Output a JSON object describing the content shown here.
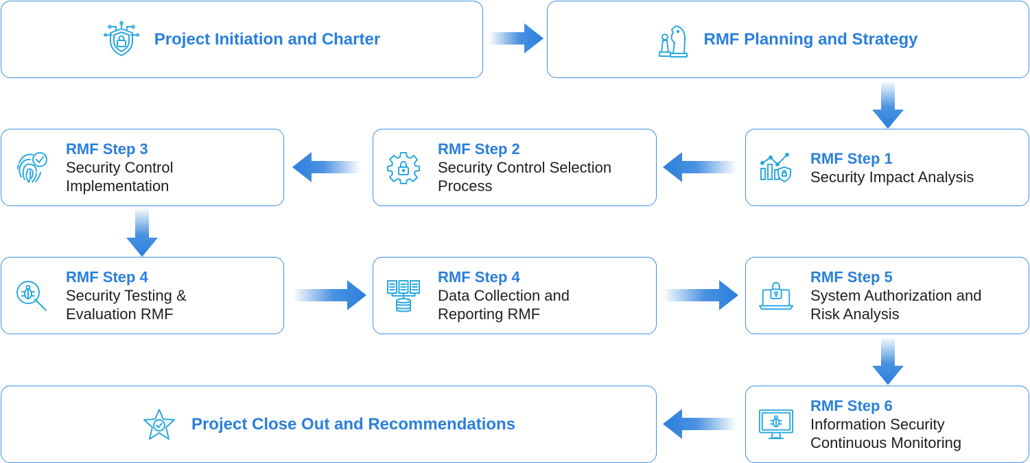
{
  "colors": {
    "accent": "#2a7fdc",
    "border": "#3b8fe0",
    "text": "#1e1e1e",
    "icon": "#29a8e0"
  },
  "nodes": {
    "initiation": {
      "title": "Project Initiation and Charter",
      "icon": "shield-lock-circuit-icon"
    },
    "planning": {
      "title": "RMF Planning and Strategy",
      "icon": "chess-pieces-icon"
    },
    "step1": {
      "label": "RMF Step 1",
      "desc": "Security Impact Analysis",
      "icon": "chart-shield-icon"
    },
    "step2": {
      "label": "RMF Step 2",
      "desc": "Security Control Selection\nProcess",
      "icon": "gear-lock-icon"
    },
    "step3": {
      "label": "RMF Step 3",
      "desc": "Security Control\nImplementation",
      "icon": "fingerprint-check-icon"
    },
    "step4a": {
      "label": "RMF Step 4",
      "desc": "Security Testing &\nEvaluation RMF",
      "icon": "magnifier-bug-icon"
    },
    "step4b": {
      "label": "RMF Step 4",
      "desc": "Data Collection and\nReporting RMF",
      "icon": "server-database-icon"
    },
    "step5": {
      "label": "RMF Step 5",
      "desc": "System Authorization and\nRisk Analysis",
      "icon": "laptop-lock-icon"
    },
    "step6": {
      "label": "RMF Step 6",
      "desc": "Information Security\nContinuous Monitoring",
      "icon": "monitor-bug-icon"
    },
    "closeout": {
      "title": "Project Close Out and Recommendations",
      "icon": "star-badge-check-icon"
    }
  }
}
